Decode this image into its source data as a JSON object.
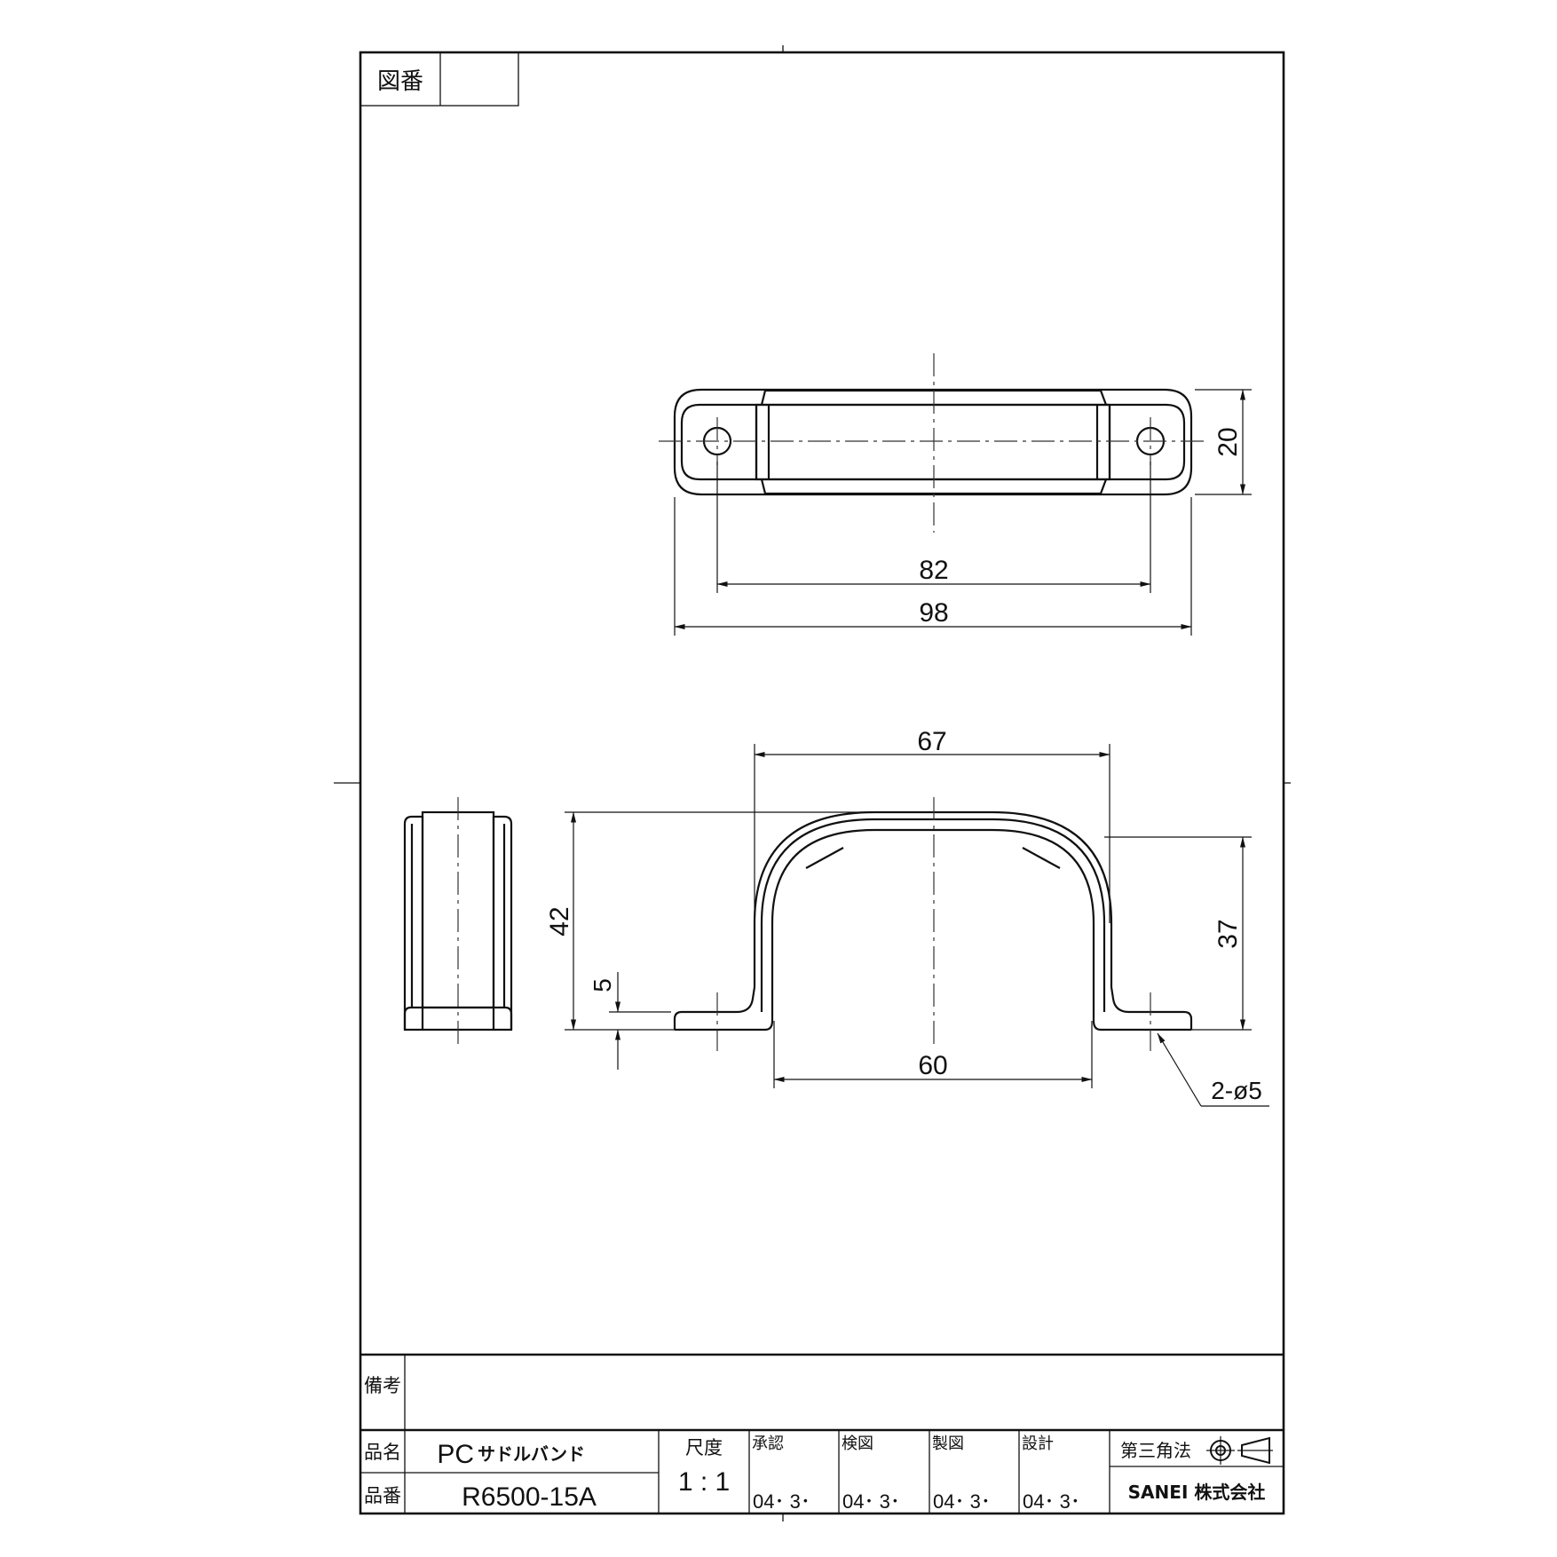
{
  "title_block": {
    "drawing_no_label": "図番",
    "drawing_no_value": "",
    "remarks_label": "備考",
    "remarks_value": "",
    "name_label": "品名",
    "name_value_prefix": "PC",
    "name_value_suffix": "サドルバンド",
    "part_no_label": "品番",
    "part_no_value": "R6500-15A",
    "scale_label": "尺度",
    "scale_value": "1 : 1",
    "approval_label": "承認",
    "approval_date": "04･ 3･",
    "check_label": "検図",
    "check_date": "04･ 3･",
    "drafting_label": "製図",
    "drafting_date": "04･ 3･",
    "design_label": "設計",
    "design_date": "04･ 3･",
    "projection_label": "第三角法",
    "company": "SANEI 株式会社"
  },
  "dimensions": {
    "width_20": "20",
    "hole_pitch_82": "82",
    "overall_98": "98",
    "top_width_67": "67",
    "inner_width_60": "60",
    "height_42": "42",
    "height_37": "37",
    "thickness_5": "5",
    "holes": "2-ø5"
  },
  "colors": {
    "line": "#111111",
    "background": "#ffffff"
  }
}
